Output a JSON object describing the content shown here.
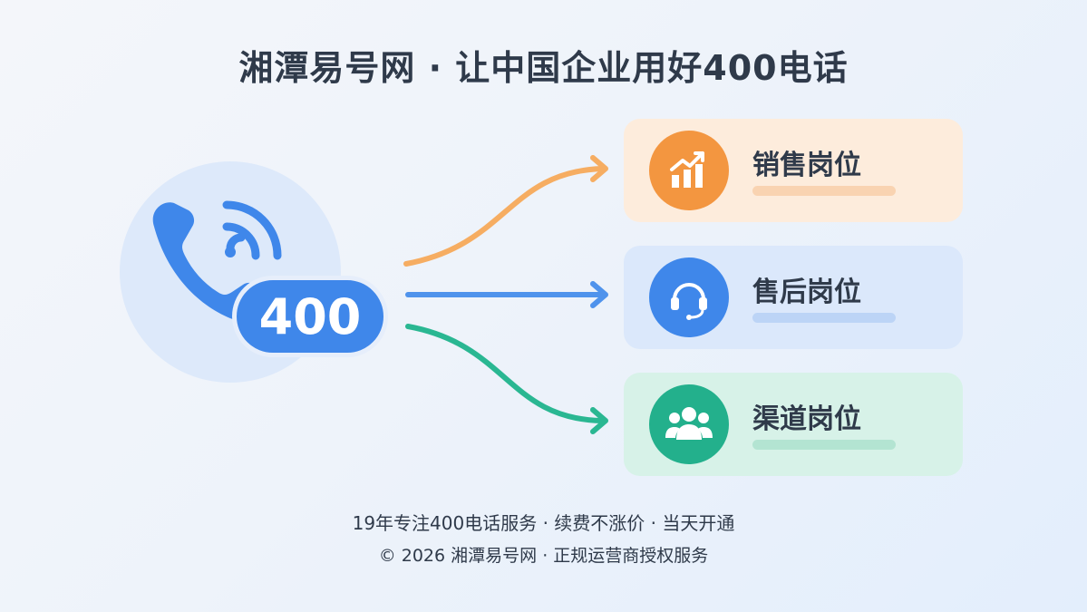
{
  "title": "湘潭易号网 · 让中国企业用好400电话",
  "hub": {
    "badge_text": "400",
    "icon": "phone-with-signal-icon"
  },
  "destinations": [
    {
      "label": "销售岗位",
      "icon": "chart-growth-icon",
      "color": "#f39640"
    },
    {
      "label": "售后岗位",
      "icon": "headset-icon",
      "color": "#3f87ea"
    },
    {
      "label": "渠道岗位",
      "icon": "group-users-icon",
      "color": "#23b08c"
    }
  ],
  "footer": {
    "line1": "19年专注400电话服务 · 续费不涨价 · 当天开通",
    "line2": "© 2026 湘潭易号网 · 正规运营商授权服务"
  }
}
